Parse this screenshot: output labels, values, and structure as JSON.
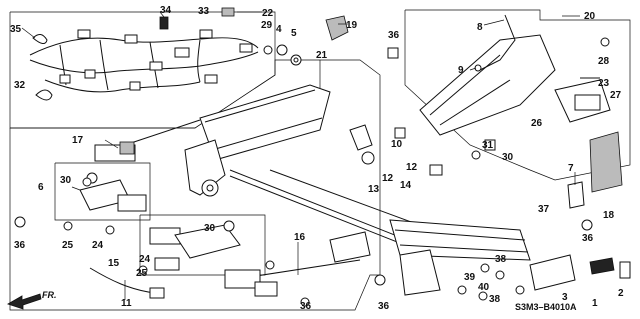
{
  "diagram": {
    "code": "S3M3–B4010A",
    "direction": "FR."
  },
  "labels": {
    "n35": "35",
    "n34": "34",
    "n33": "33",
    "n22": "22",
    "n29": "29",
    "n4": "4",
    "n5": "5",
    "n19": "19",
    "n36a": "36",
    "n21": "21",
    "n8": "8",
    "n20": "20",
    "n9": "9",
    "n28": "28",
    "n32": "32",
    "n23": "23",
    "n27": "27",
    "n26": "26",
    "n17": "17",
    "n10": "10",
    "n12a": "12",
    "n12b": "12",
    "n14": "14",
    "n13": "13",
    "n31": "31",
    "n30a": "30",
    "n7": "7",
    "n6": "6",
    "n30b": "30",
    "n18": "18",
    "n36b": "36",
    "n25a": "25",
    "n24a": "24",
    "n37": "37",
    "n30c": "30",
    "n36c": "36",
    "n16": "16",
    "n24b": "24",
    "n15": "15",
    "n25b": "25",
    "n38a": "38",
    "n39": "39",
    "n40": "40",
    "n38b": "38",
    "n3": "3",
    "n1": "1",
    "n2": "2",
    "n11": "11",
    "n36d": "36",
    "n36e": "36"
  }
}
